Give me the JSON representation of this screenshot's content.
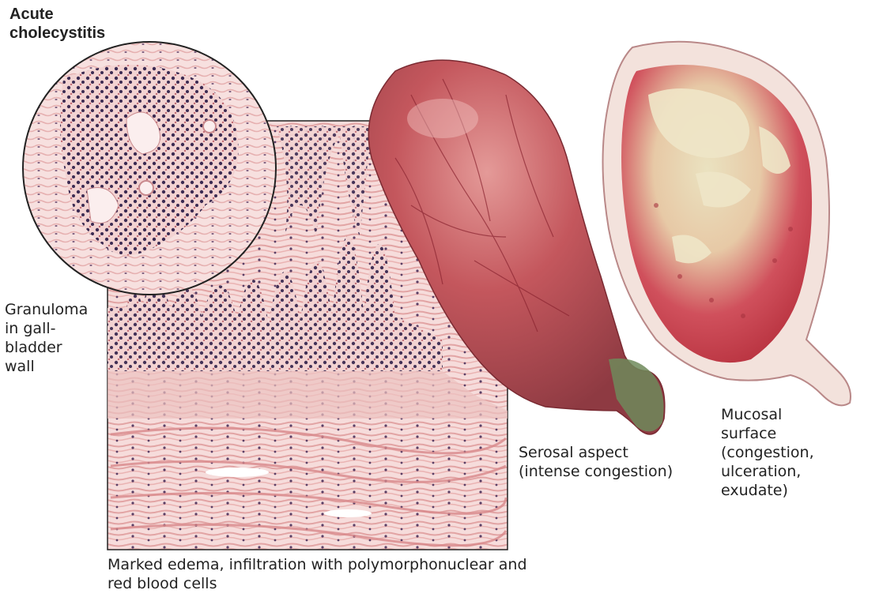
{
  "title": "Acute\ncholecystitis",
  "labels": {
    "granuloma": "Granuloma\nin gall-\nbladder\nwall",
    "edema": "Marked edema, infiltration with polymorphonuclear and\nred blood cells",
    "serosal": "Serosal aspect\n(intense congestion)",
    "mucosal": "Mucosal\nsurface\n(congestion,\nulceration,\nexudate)"
  },
  "colors": {
    "tissue_pink": "#f0c4c2",
    "tissue_red": "#d98a88",
    "nuclei": "#3a2a4a",
    "serosa": "#b94a50",
    "mucosa_red": "#c93848",
    "exudate": "#e8dfb0"
  }
}
